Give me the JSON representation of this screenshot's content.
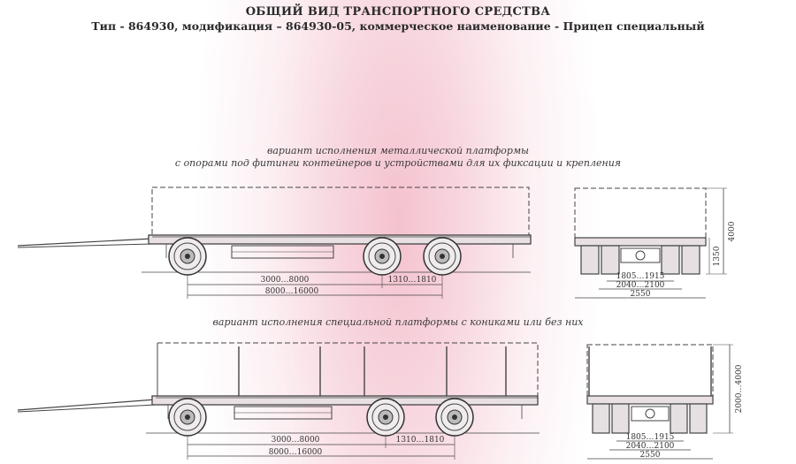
{
  "header": {
    "title": "ОБЩИЙ ВИД ТРАНСПОРТНОГО СРЕДСТВА",
    "subtitle": "Тип - 864930, модификация – 864930-05, коммерческое наименование - Прицеп специальный"
  },
  "variant_a": {
    "caption_line1": "вариант исполнения металлической платформы",
    "caption_line2": "с опорами под фитинги контейнеров и устройствами для их фиксации и крепления",
    "side": {
      "dim_base": "3000…8000",
      "dim_axle": "1310…1810",
      "dim_total": "8000…16000"
    },
    "rear": {
      "dim_height": "4000",
      "dim_deck": "1350",
      "dim_w1": "1805…1915",
      "dim_w2": "2040…2100",
      "dim_w3": "2550"
    }
  },
  "variant_b": {
    "caption": "вариант исполнения специальной платформы с кониками или без них",
    "side": {
      "dim_base": "3000…8000",
      "dim_axle": "1310…1810",
      "dim_total": "8000…16000"
    },
    "rear": {
      "dim_height": "2000…4000",
      "dim_w1": "1805…1915",
      "dim_w2": "2040…2100",
      "dim_w3": "2550"
    }
  },
  "colors": {
    "tint": "#f4c2cf",
    "ink": "#333333"
  }
}
